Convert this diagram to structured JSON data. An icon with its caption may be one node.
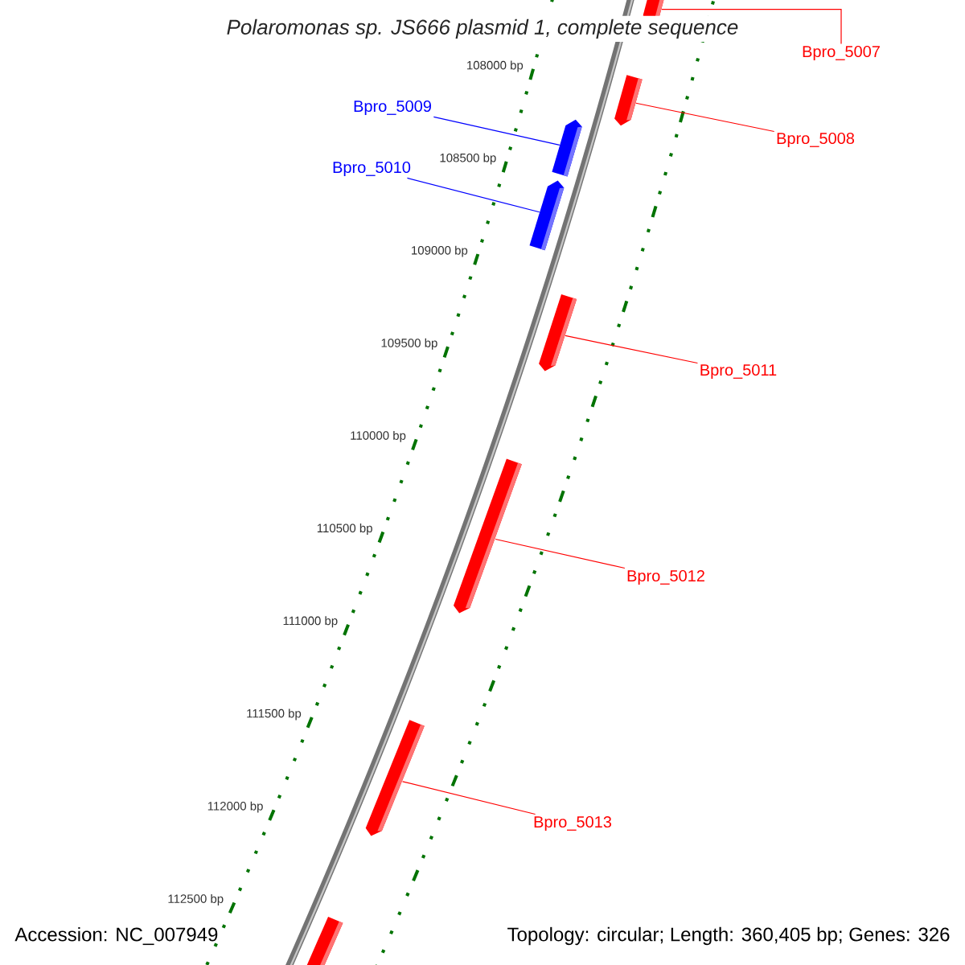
{
  "diagram": {
    "title": "Polaromonas sp. JS666 plasmid 1, complete sequence",
    "nodes": [
      {
        "text": [
          "Bpro_5007"
        ]
      },
      {
        "text": [
          "Bpro_5009"
        ]
      },
      {
        "text": [
          "Bpro_5008"
        ]
      },
      {
        "text": [
          "Bpro_5010"
        ]
      },
      {
        "text": [
          "Bpro_5011"
        ]
      },
      {
        "text": [
          "Bpro_5012"
        ]
      },
      {
        "text": [
          "Bpro_5013"
        ]
      },
      {
        "text": [],
        "shape": "bar"
      },
      {
        "text": [],
        "shape": "bar"
      },
      {
        "text": [],
        "shape": "bar"
      },
      {
        "text": [],
        "shape": "bar"
      },
      {
        "text": [],
        "shape": "bar"
      },
      {
        "text": [],
        "shape": "bar"
      },
      {
        "text": [],
        "shape": "bar"
      },
      {
        "text": [],
        "shape": "bar"
      }
    ],
    "edges": [
      {
        "from": 0,
        "to": 7,
        "arrow": "none"
      },
      {
        "from": 1,
        "to": 9,
        "arrow": "none",
        "color": "#0000ff"
      },
      {
        "from": 2,
        "to": 8,
        "arrow": "none"
      },
      {
        "from": 3,
        "to": 10,
        "arrow": "none",
        "color": "#0000ff"
      },
      {
        "from": 4,
        "to": 11,
        "arrow": "none"
      },
      {
        "from": 5,
        "to": 12,
        "arrow": "none"
      },
      {
        "from": 6,
        "to": 13,
        "arrow": "none"
      }
    ],
    "labels": [
      "108000 bp",
      "108500 bp",
      "109000 bp",
      "109500 bp",
      "110000 bp",
      "110500 bp",
      "111000 bp",
      "111500 bp",
      "112000 bp",
      "112500 bp",
      "Accession: NC_007949",
      "Topology: circular; Length: 360,405 bp; Genes: 326"
    ]
  }
}
